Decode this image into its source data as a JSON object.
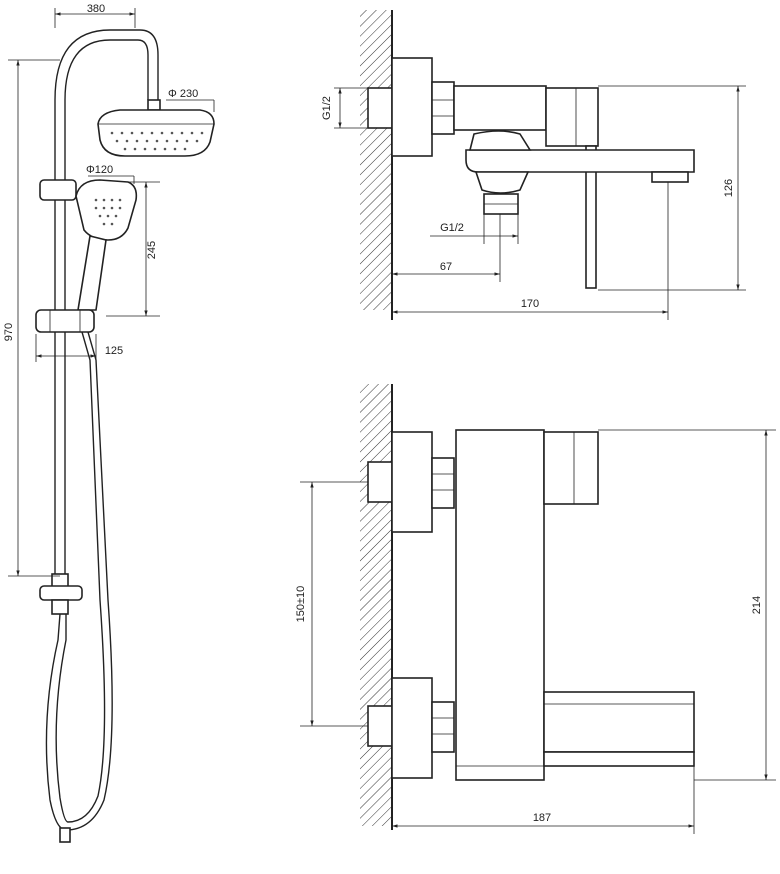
{
  "diagram": {
    "shower_column": {
      "dims": {
        "arm_width": "380",
        "head_diameter": "Φ 230",
        "hand_shower_diameter": "Φ120",
        "hand_shower_length": "245",
        "total_height": "970",
        "holder_offset": "125"
      }
    },
    "mixer_side_view": {
      "dims": {
        "inlet_thread": "G1/2",
        "outlet_thread": "G1/2",
        "outlet_offset": "67",
        "depth": "170",
        "height": "126"
      }
    },
    "mixer_front_view": {
      "dims": {
        "inlet_spacing": "150±10",
        "height": "214",
        "depth": "187"
      }
    }
  }
}
